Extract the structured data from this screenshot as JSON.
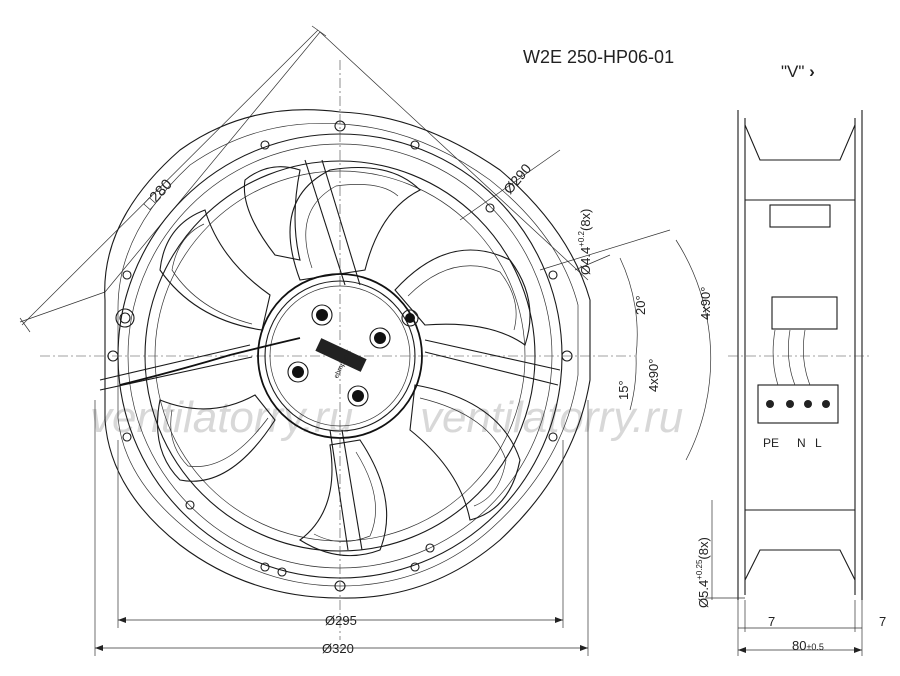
{
  "title": "W2E 250-HP06-01",
  "view_label": "\"V\"",
  "view_arrow": "›",
  "watermark": "ventilatorry.ru",
  "dimensions": {
    "square": "□280",
    "d290": "Ø290",
    "d295": "Ø295",
    "d320": "Ø320",
    "hole_main": "Ø4.4",
    "hole_tol": "+0.2",
    "hole_count": "(8x)",
    "angle_20": "20°",
    "angle_15": "15°",
    "pattern_4x90_a": "4x90°",
    "pattern_4x90_b": "4x90°",
    "side_hole_main": "Ø5.4",
    "side_hole_tol": "+0.25",
    "side_hole_count": "(8x)",
    "depth_main": "80",
    "depth_tol": "±0.5",
    "flange_left": "7",
    "flange_right": "7"
  },
  "terminals": {
    "pe": "PE",
    "n": "N",
    "l": "L"
  },
  "label": "ebmpapst"
}
